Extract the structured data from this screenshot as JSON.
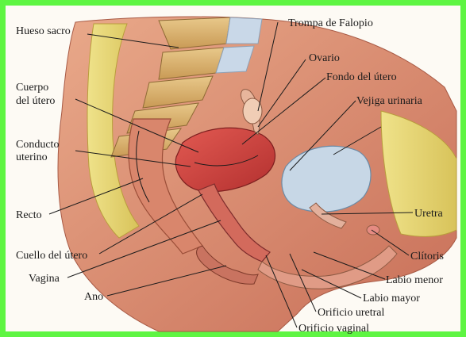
{
  "labels": {
    "hueso_sacro": "Hueso sacro",
    "trompa": "Trompa de Falopio",
    "ovario": "Ovario",
    "fondo_utero": "Fondo del útero",
    "vejiga": "Vejiga urinaria",
    "cuerpo_utero_1": "Cuerpo",
    "cuerpo_utero_2": "del útero",
    "conducto_1": "Conducto",
    "conducto_2": "uterino",
    "recto": "Recto",
    "uretra": "Uretra",
    "cuello_utero": "Cuello del útero",
    "clitoris": "Clítoris",
    "vagina": "Vagina",
    "labio_menor": "Labio menor",
    "labio_mayor": "Labio mayor",
    "ano": "Ano",
    "orificio_uretral": "Orificio uretral",
    "orificio_vaginal": "Orificio vaginal"
  },
  "colors": {
    "frame_border": "#5ef542",
    "background": "#fdfaf4"
  }
}
